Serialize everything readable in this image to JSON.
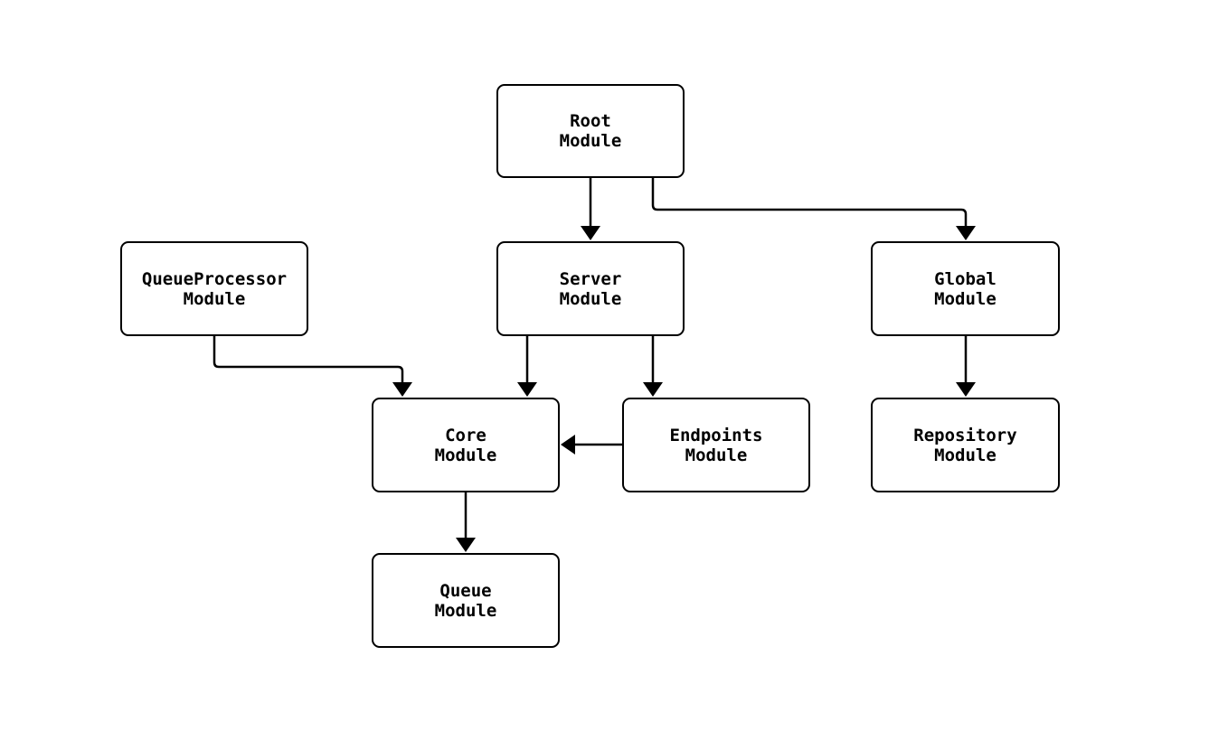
{
  "diagram": {
    "background_color": "#ffffff",
    "node_fill_color": "#ffffff",
    "node_border_color": "#000000",
    "text_color": "#000000",
    "edge_color": "#000000",
    "nodes": [
      {
        "id": "root",
        "label": "Root\nModule"
      },
      {
        "id": "queueProcessor",
        "label": "QueueProcessor\nModule"
      },
      {
        "id": "server",
        "label": "Server\nModule"
      },
      {
        "id": "global",
        "label": "Global\nModule"
      },
      {
        "id": "core",
        "label": "Core\nModule"
      },
      {
        "id": "endpoints",
        "label": "Endpoints\nModule"
      },
      {
        "id": "repository",
        "label": "Repository\nModule"
      },
      {
        "id": "queue",
        "label": "Queue\nModule"
      }
    ],
    "edges": [
      {
        "from": "Root Module",
        "to": "Server Module"
      },
      {
        "from": "Root Module",
        "to": "Global Module"
      },
      {
        "from": "QueueProcessor Module",
        "to": "Core Module"
      },
      {
        "from": "Server Module",
        "to": "Core Module"
      },
      {
        "from": "Server Module",
        "to": "Endpoints Module"
      },
      {
        "from": "Endpoints Module",
        "to": "Core Module"
      },
      {
        "from": "Global Module",
        "to": "Repository Module"
      },
      {
        "from": "Core Module",
        "to": "Queue Module"
      }
    ]
  }
}
